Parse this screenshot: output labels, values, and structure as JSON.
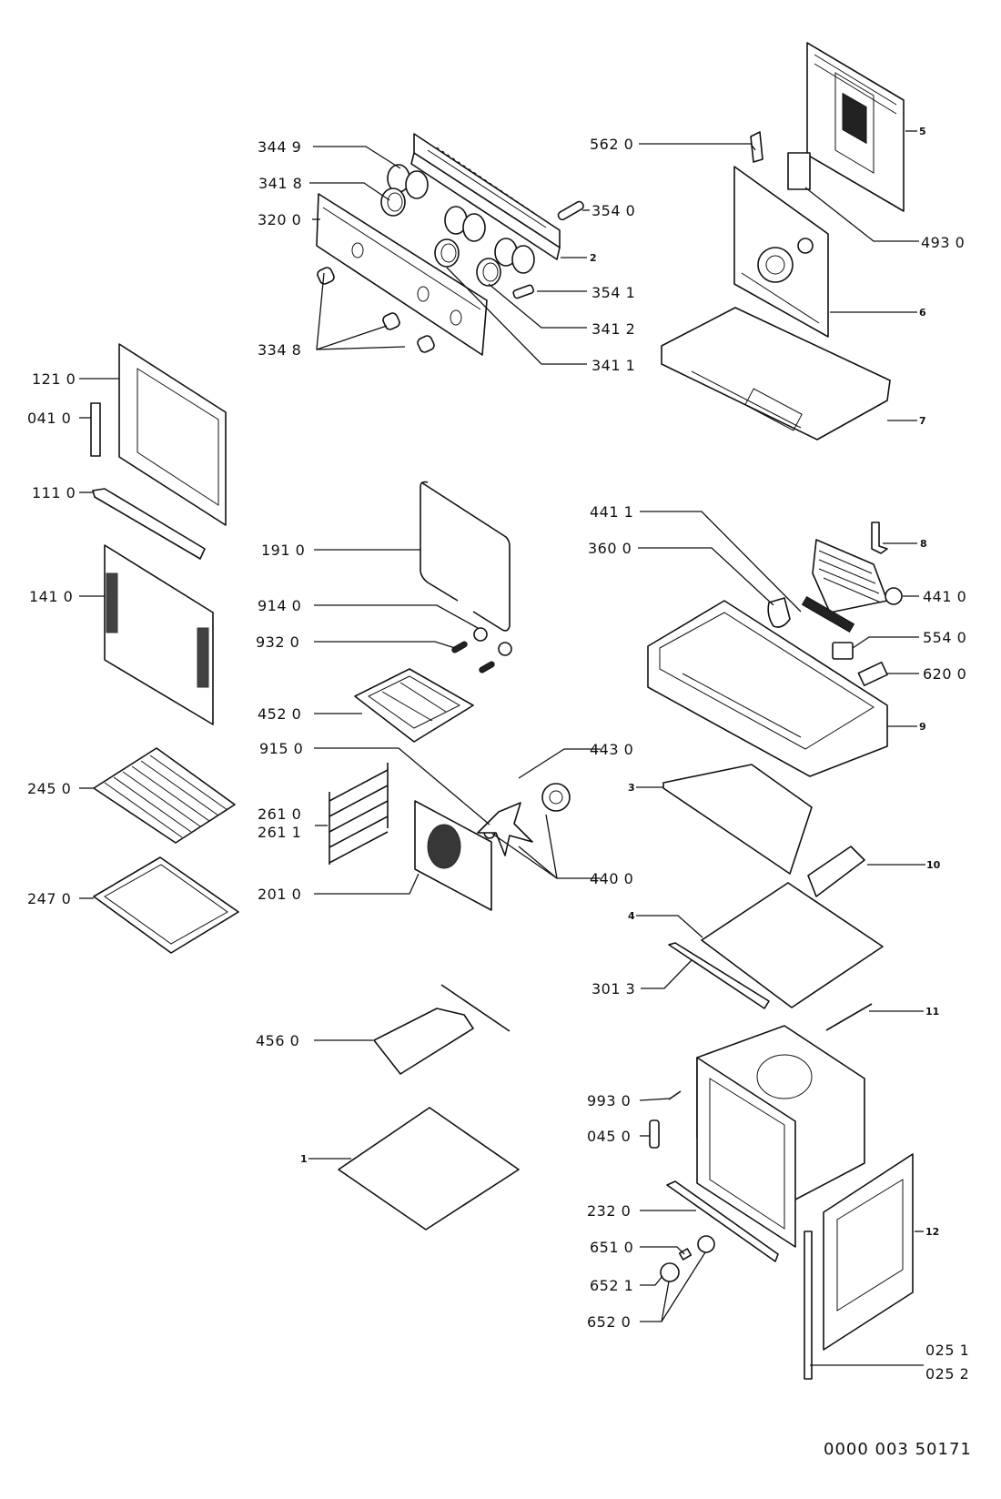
{
  "diagram": {
    "type": "exploded-parts-diagram",
    "subject": "built-in oven",
    "drawing_number": "0000 003 50171"
  },
  "callouts": {
    "c3449": "344 9",
    "c3418": "341 8",
    "c3200": "320 0",
    "c3348": "334 8",
    "c3540": "354 0",
    "c3541": "354 1",
    "c3412": "341 2",
    "c3411": "341 1",
    "c2": "2",
    "c5620": "562 0",
    "c5": "5",
    "c4930": "493 0",
    "c6": "6",
    "c7": "7",
    "c1210": "121 0",
    "c0410": "041 0",
    "c1110": "111 0",
    "c1410": "141 0",
    "c1910": "191 0",
    "c9140": "914 0",
    "c9320": "932 0",
    "c4520": "452 0",
    "c9150": "915 0",
    "c4430": "443 0",
    "c4400": "440 0",
    "c2450": "245 0",
    "c2610": "261 0",
    "c2611": "261 1",
    "c2010": "201 0",
    "c2470": "247 0",
    "c4411": "441 1",
    "c3600": "360 0",
    "c8": "8",
    "c4410": "441 0",
    "c5540": "554 0",
    "c6200": "620 0",
    "c9": "9",
    "c3": "3",
    "c10": "10",
    "c4": "4",
    "c3013": "301 3",
    "c11": "11",
    "c4560": "456 0",
    "c1": "1",
    "c9930": "993 0",
    "c0450": "045 0",
    "c2320": "232 0",
    "c6510": "651 0",
    "c6521": "652 1",
    "c6520": "652 0",
    "c12": "12",
    "c0251": "025 1",
    "c0252": "025 2"
  }
}
